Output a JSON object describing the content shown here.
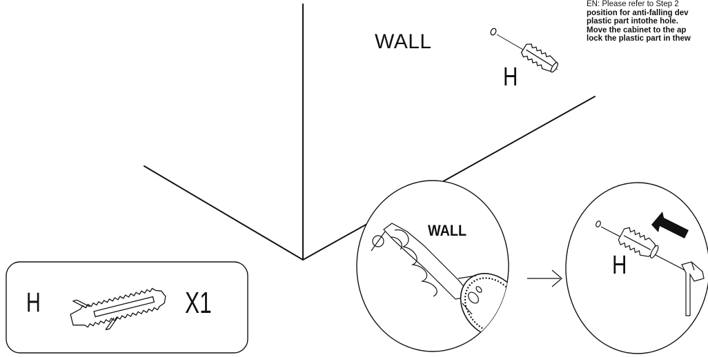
{
  "instructions": {
    "line1": "EN: Please refer to Step 2",
    "line2": "position for anti-falling dev",
    "line3": "plastic part intothe hole.",
    "line4": "Move the cabinet to the ap",
    "line5": "lock the plastic part in thew"
  },
  "main_view": {
    "wall_label": "WALL",
    "part_label": "H"
  },
  "detail_drill": {
    "wall_label": "WALL"
  },
  "detail_insert": {
    "part_label": "H"
  },
  "parts_box": {
    "part_label": "H",
    "quantity": "X1"
  },
  "colors": {
    "ink": "#111111",
    "background": "#ffffff"
  }
}
